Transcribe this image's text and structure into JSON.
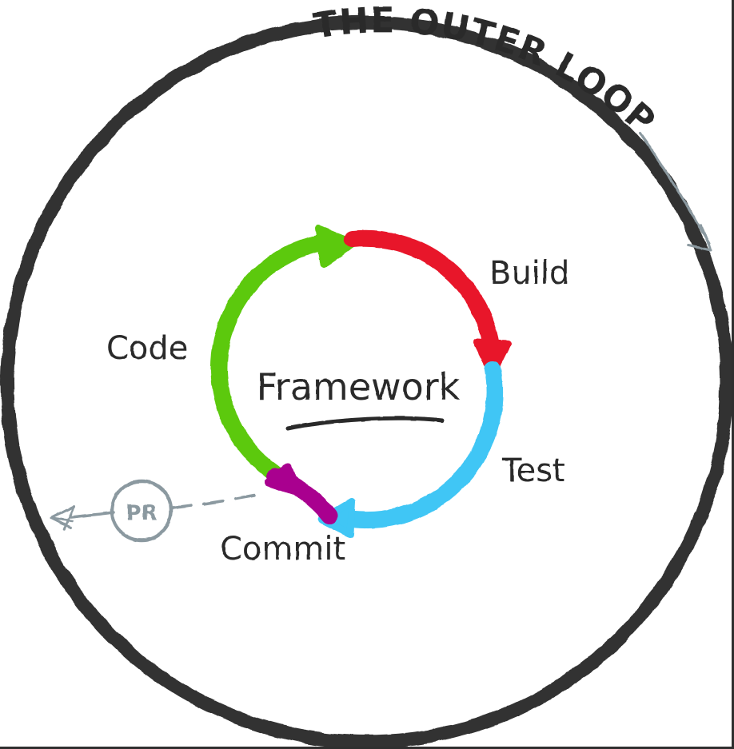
{
  "diagram": {
    "title": "THE OUTER LOOP",
    "center_label": "Framework",
    "badge_label": "PR",
    "outer_ring_color": "#333333",
    "annotation_color": "#8b99a0",
    "background_color": "#ffffff",
    "stages": [
      {
        "name": "code",
        "label": "Code",
        "color": "#5CC90F"
      },
      {
        "name": "build",
        "label": "Build",
        "color": "#E8192C"
      },
      {
        "name": "test",
        "label": "Test",
        "color": "#3FC6F5"
      },
      {
        "name": "commit",
        "label": "Commit",
        "color": "#A9018F"
      }
    ]
  }
}
